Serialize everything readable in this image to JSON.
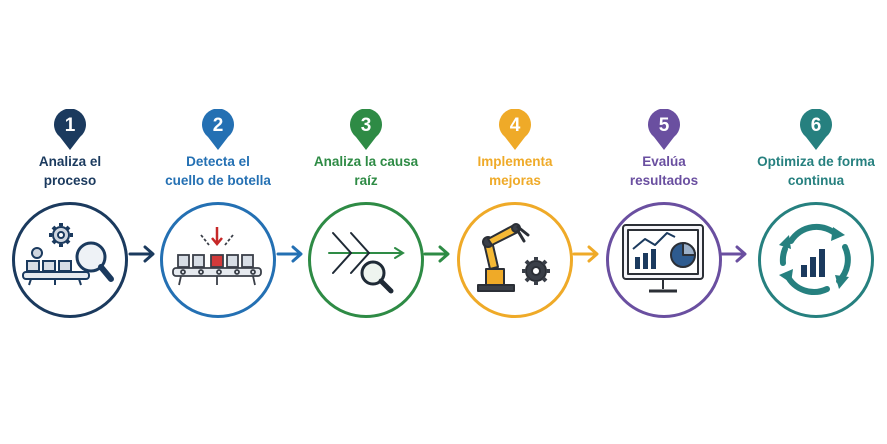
{
  "steps": [
    {
      "number": "1",
      "title_lines": [
        "Analiza el",
        "proceso"
      ],
      "color": "#1b3a5e",
      "icon": "process-analysis-icon"
    },
    {
      "number": "2",
      "title_lines": [
        "Detecta el",
        "cuello de botella"
      ],
      "color": "#2470b3",
      "icon": "conveyor-bottleneck-icon"
    },
    {
      "number": "3",
      "title_lines": [
        "Analiza la causa",
        "raíz"
      ],
      "color": "#2e8b45",
      "icon": "fishbone-diagram-icon"
    },
    {
      "number": "4",
      "title_lines": [
        "Implementa",
        "mejoras"
      ],
      "color": "#efaa28",
      "icon": "robotic-arm-icon"
    },
    {
      "number": "5",
      "title_lines": [
        "Evalúa",
        "resultados"
      ],
      "color": "#6a4fa0",
      "icon": "monitor-analytics-icon"
    },
    {
      "number": "6",
      "title_lines": [
        "Optimiza de forma",
        "continua"
      ],
      "color": "#26807f",
      "icon": "continuous-improvement-icon"
    }
  ]
}
